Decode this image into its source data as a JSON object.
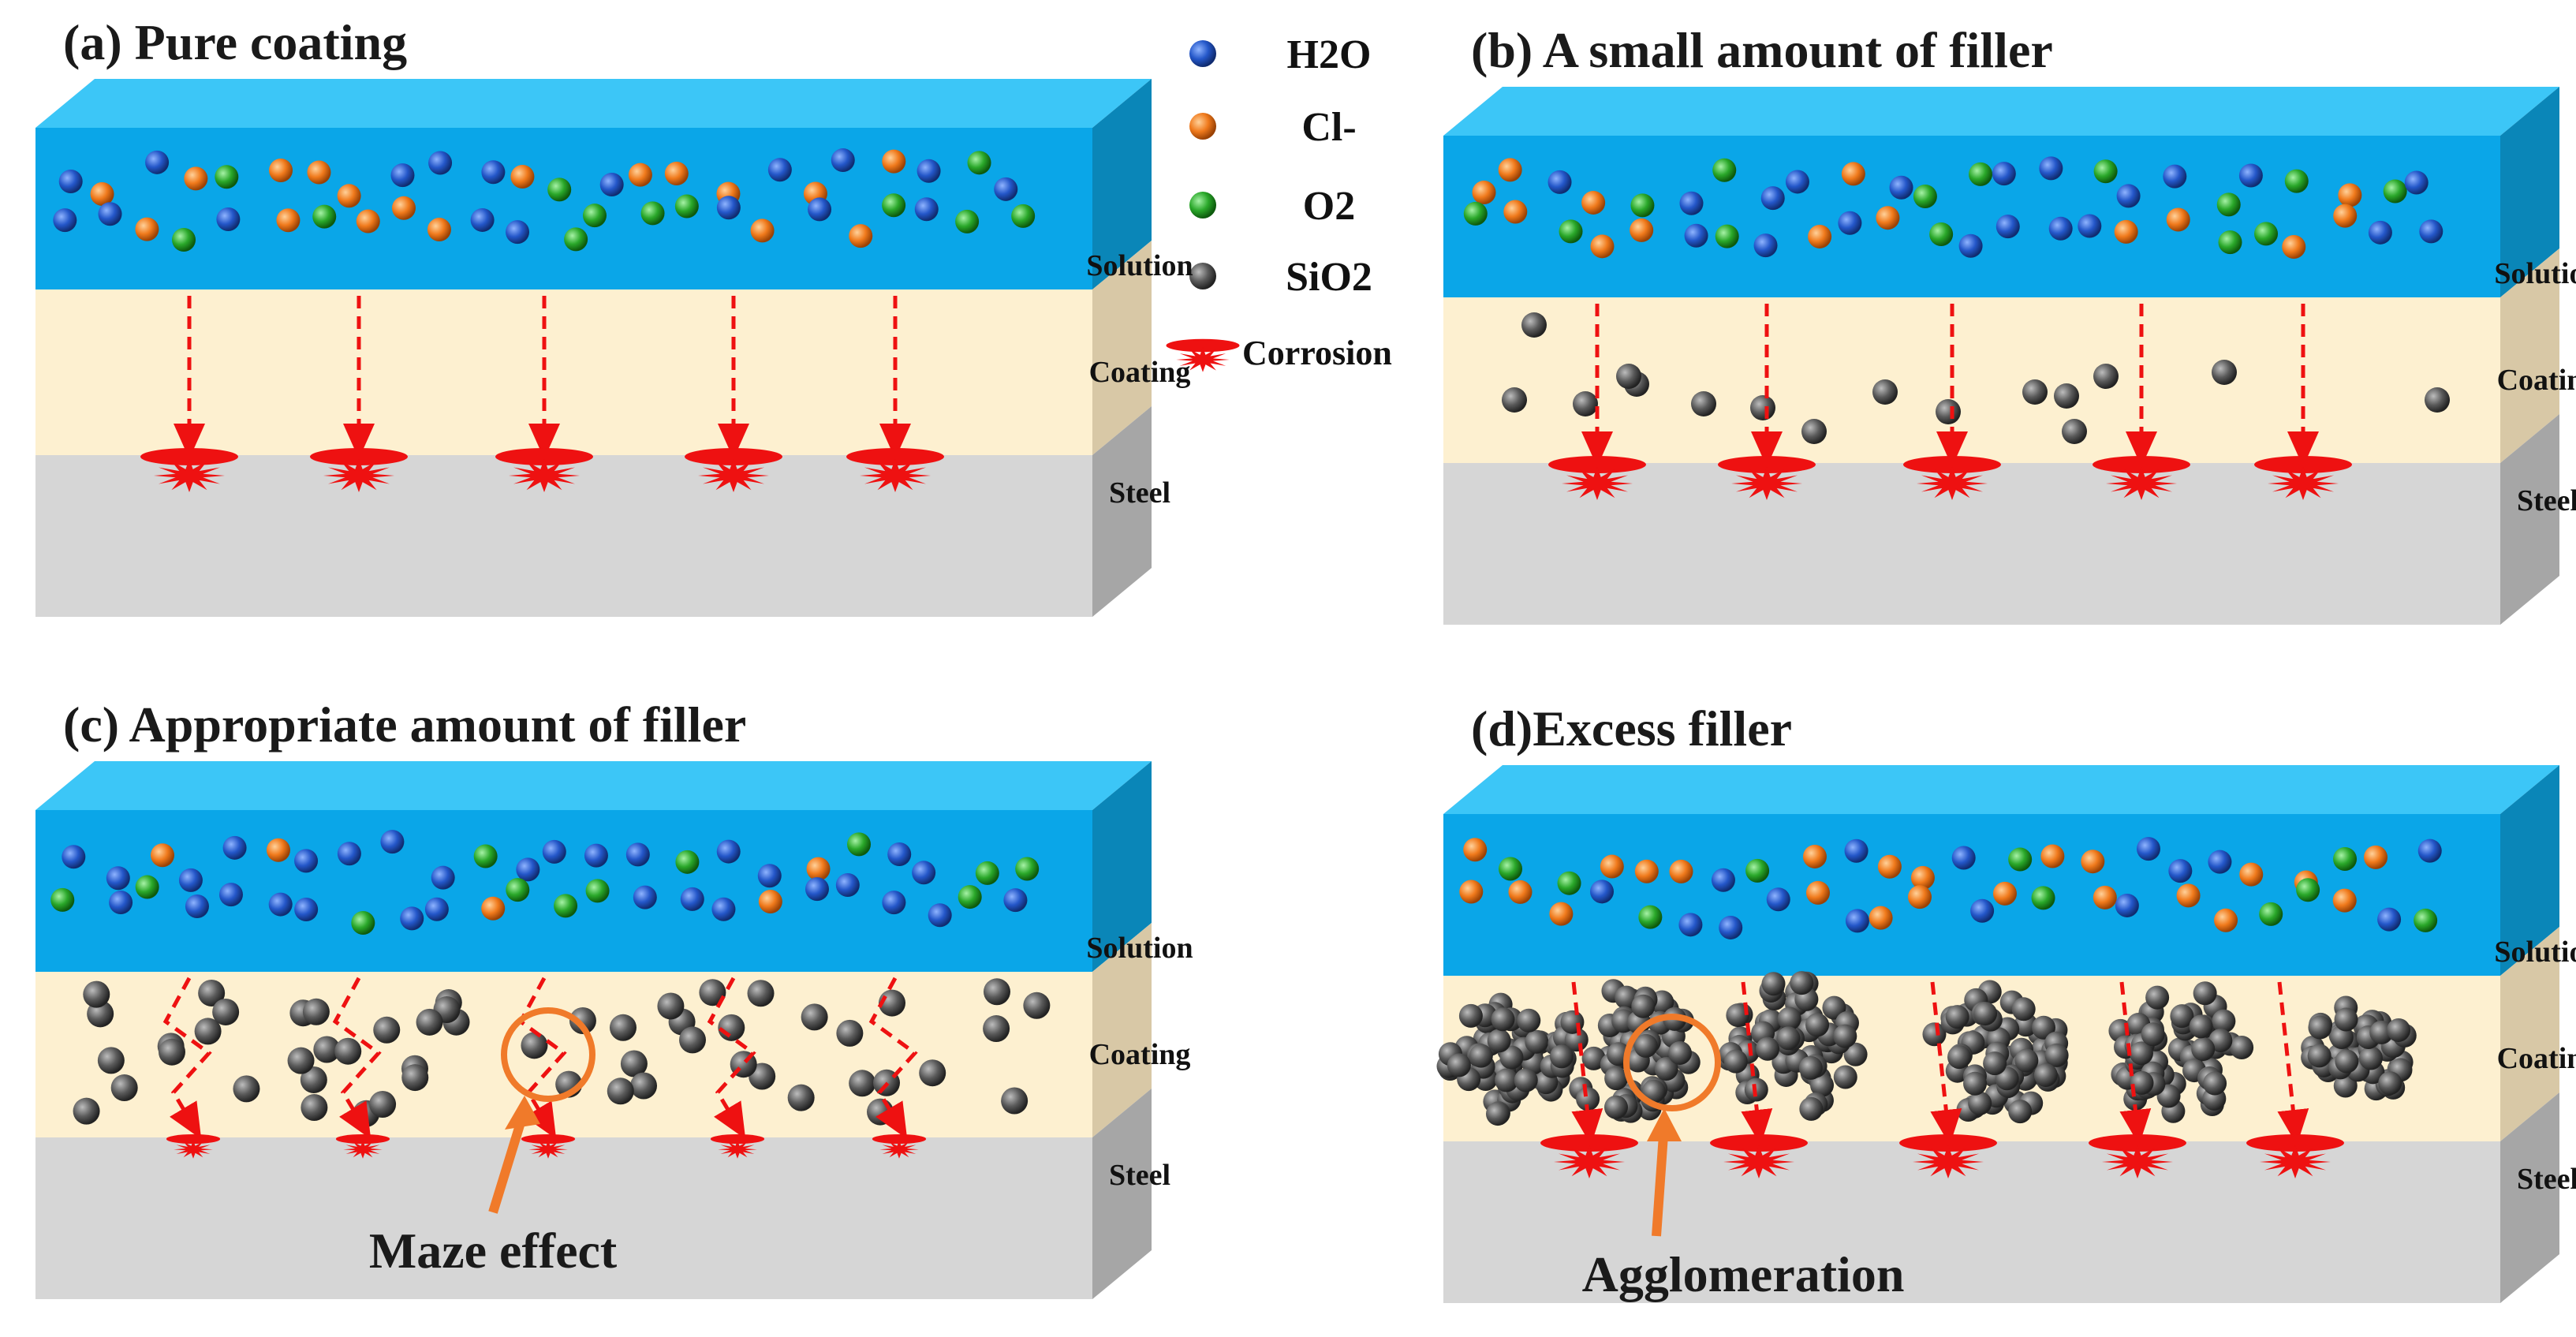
{
  "panels": {
    "a": {
      "title": "(a) Pure coating",
      "solution": "Solution",
      "coating": "Coating",
      "steel": "Steel"
    },
    "b": {
      "title": "(b) A small amount of filler",
      "solution": "Solution",
      "coating": "Coating",
      "steel": "Steel"
    },
    "c": {
      "title": "(c) Appropriate amount of filler",
      "solution": "Solution",
      "coating": "Coating",
      "steel": "Steel",
      "annotation": "Maze effect"
    },
    "d": {
      "title": "(d)Excess filler",
      "solution": "Solution",
      "coating": "Coating",
      "steel": "Steel",
      "annotation": "Agglomeration"
    }
  },
  "legend": {
    "water": "H2O",
    "chloride": "Cl-",
    "oxygen": "O2",
    "silica": "SiO2",
    "corrosion": "Corrosion"
  },
  "colors": {
    "solution": "#0aa6e8",
    "solution_top": "#3cc6f7",
    "solution_side": "#0a86b8",
    "coating": "#fdf0d0",
    "coating_side": "#d8c8a6",
    "steel": "#d6d6d6",
    "steel_side": "#a6a6a6",
    "water": "#1f4fc0",
    "chloride": "#f07a1c",
    "oxygen": "#2aa82a",
    "silica": "#555555",
    "corrosion": "#ee1111",
    "annotation": "#f07a2a"
  }
}
